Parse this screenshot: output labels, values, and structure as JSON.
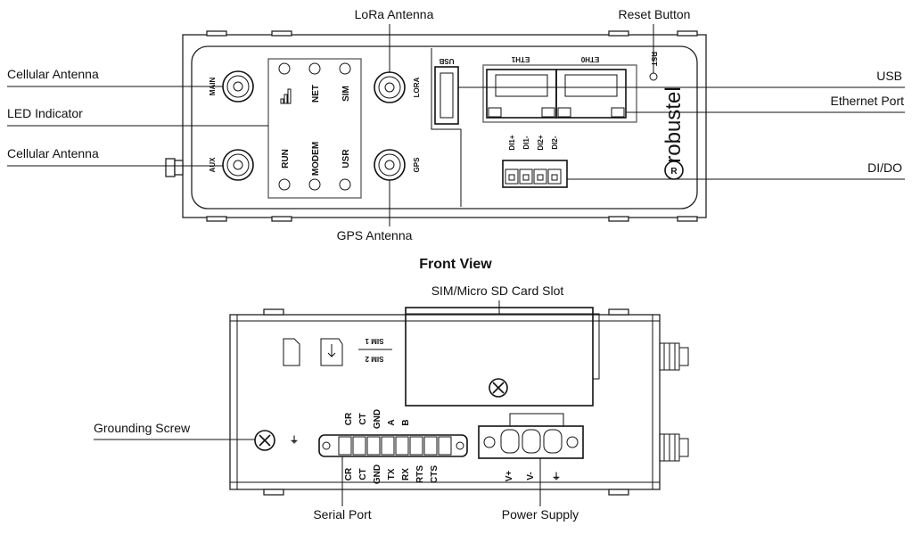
{
  "front_view": {
    "title": "Front View",
    "callouts": {
      "cellular_antenna_main": "Cellular Antenna",
      "led_indicator": "LED Indicator",
      "cellular_antenna_aux": "Cellular Antenna",
      "lora_antenna": "LoRa Antenna",
      "reset_button": "Reset Button",
      "usb": "USB",
      "ethernet_port": "Ethernet Port",
      "di_do": "DI/DO",
      "gps_antenna": "GPS Antenna"
    },
    "panel_labels": {
      "main": "MAIN",
      "aux": "AUX",
      "lora": "LORA",
      "gps": "GPS",
      "usb": "USB",
      "eth1": "ETH1",
      "eth0": "ETH0",
      "rst": "RST",
      "brand": "robustel",
      "led_top": [
        "NET",
        "SIM"
      ],
      "led_bottom": [
        "RUN",
        "MODEM",
        "USR"
      ],
      "dio_pins": [
        "DI1+",
        "DI1-",
        "DI2+",
        "DI2-"
      ]
    }
  },
  "bottom_view": {
    "callouts": {
      "sim_slot": "SIM/Micro SD Card Slot",
      "grounding_screw": "Grounding Screw",
      "serial_port": "Serial Port",
      "power_supply": "Power Supply"
    },
    "panel_labels": {
      "sim1": "SIM 1",
      "sim2": "SIM 2",
      "serial_top": [
        "CR",
        "CT",
        "GND",
        "A",
        "B"
      ],
      "serial_bottom": [
        "CR",
        "CT",
        "GND",
        "TX",
        "RX",
        "RTS",
        "CTS"
      ],
      "power": [
        "V+",
        "V-",
        "⏚"
      ]
    }
  }
}
